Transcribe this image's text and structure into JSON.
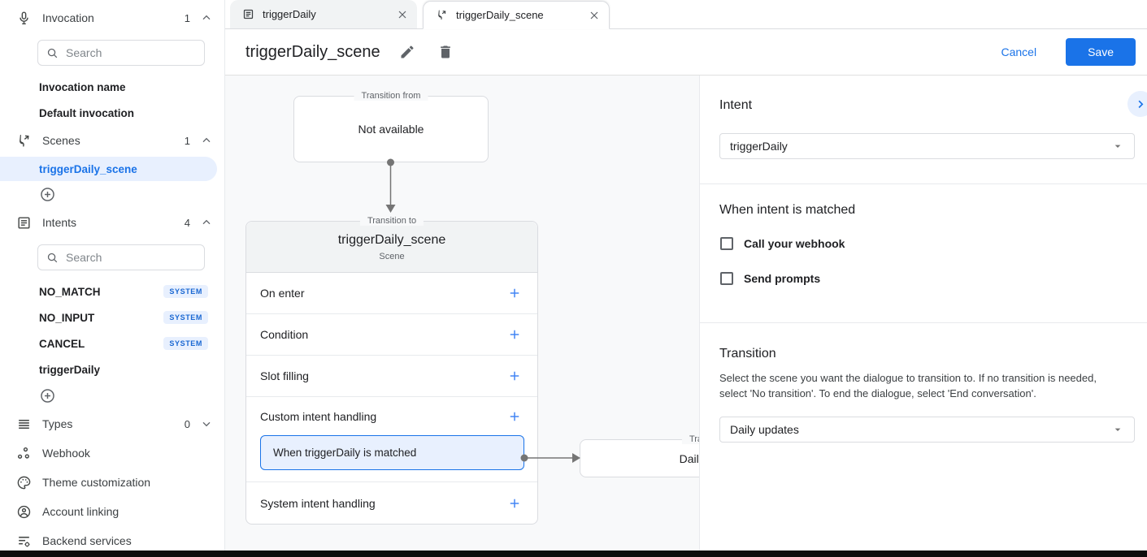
{
  "sidebar": {
    "search_placeholder": "Search",
    "invocation": {
      "label": "Invocation",
      "count": "1"
    },
    "invocation_items": [
      {
        "label": "Invocation name"
      },
      {
        "label": "Default invocation"
      }
    ],
    "scenes": {
      "label": "Scenes",
      "count": "1"
    },
    "scene_items": [
      {
        "label": "triggerDaily_scene"
      }
    ],
    "intents": {
      "label": "Intents",
      "count": "4"
    },
    "intent_items": [
      {
        "label": "NO_MATCH",
        "badge": "SYSTEM"
      },
      {
        "label": "NO_INPUT",
        "badge": "SYSTEM"
      },
      {
        "label": "CANCEL",
        "badge": "SYSTEM"
      },
      {
        "label": "triggerDaily",
        "badge": ""
      }
    ],
    "types": {
      "label": "Types",
      "count": "0"
    },
    "links": [
      {
        "label": "Webhook"
      },
      {
        "label": "Theme customization"
      },
      {
        "label": "Account linking"
      },
      {
        "label": "Backend services"
      }
    ]
  },
  "tabs": [
    {
      "label": "triggerDaily"
    },
    {
      "label": "triggerDaily_scene"
    }
  ],
  "header": {
    "title": "triggerDaily_scene",
    "cancel_label": "Cancel",
    "save_label": "Save"
  },
  "canvas": {
    "transition_from": {
      "legend": "Transition from",
      "text": "Not available"
    },
    "transition_to": {
      "legend": "Transition to",
      "title": "triggerDaily_scene",
      "subtitle": "Scene",
      "rows": [
        {
          "label": "On enter"
        },
        {
          "label": "Condition"
        },
        {
          "label": "Slot filling"
        },
        {
          "label": "Custom intent handling"
        },
        {
          "label": "System intent handling"
        }
      ],
      "matched_item": "When triggerDaily is matched"
    },
    "next_scene": {
      "legend": "Transition to",
      "text": "Daily updates"
    }
  },
  "panel": {
    "intent": {
      "heading": "Intent",
      "value": "triggerDaily"
    },
    "matched": {
      "heading": "When intent is matched",
      "checkboxes": [
        {
          "label": "Call your webhook",
          "checked": false
        },
        {
          "label": "Send prompts",
          "checked": false
        }
      ]
    },
    "transition": {
      "heading": "Transition",
      "description": "Select the scene you want the dialogue to transition to. If no transition is needed, select 'No transition'. To end the dialogue, select 'End conversation'.",
      "value": "Daily updates"
    }
  },
  "colors": {
    "accent": "#1a73e8",
    "accent_bg": "#e8f0fe",
    "badge_text": "#1967d2",
    "canvas_bg": "#f8f9fa"
  }
}
